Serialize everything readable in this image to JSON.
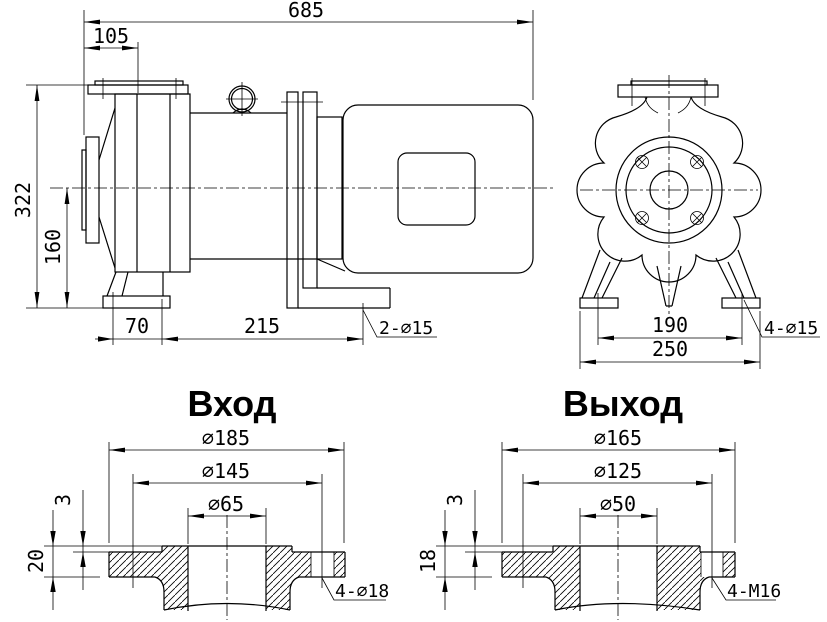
{
  "drawing_type": "pump outline drawing",
  "side_view": {
    "dims": {
      "overall_length": "685",
      "inlet_offset": "105",
      "overall_height": "322",
      "axis_height": "160",
      "foot_width": "70",
      "foot_spacing": "215",
      "foot_holes": "2-∅15"
    }
  },
  "front_view": {
    "dims": {
      "foot_bolt_spacing": "190",
      "base_width": "250",
      "base_holes": "4-∅15"
    }
  },
  "inlet": {
    "title": "Вход",
    "dims": {
      "flange_od": "∅185",
      "bolt_circle": "∅145",
      "bore": "∅65",
      "raised_face_height": "3",
      "flange_thickness": "20",
      "bolt_holes": "4-∅18"
    }
  },
  "outlet": {
    "title": "Выход",
    "dims": {
      "flange_od": "∅165",
      "bolt_circle": "∅125",
      "bore": "∅50",
      "raised_face_height": "3",
      "flange_thickness": "18",
      "bolt_holes": "4-M16"
    }
  },
  "colors": {
    "line": "#000000",
    "background": "#ffffff"
  }
}
